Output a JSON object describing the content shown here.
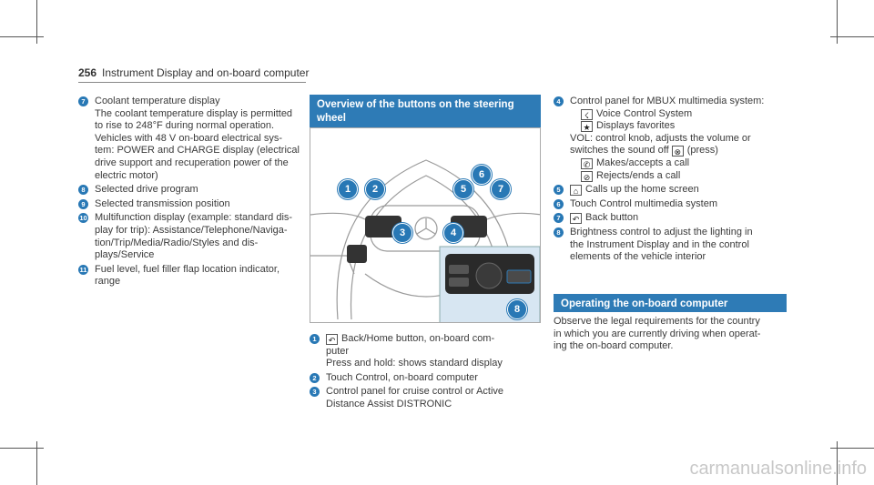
{
  "header": {
    "page_number": "256",
    "title": "Instrument Display and on-board computer"
  },
  "left_items": [
    {
      "num": "7",
      "lines": [
        "Coolant temperature display",
        "The coolant temperature display is permitted",
        "to rise to 248°F during normal operation.",
        "Vehicles with 48 V on-board electrical sys-",
        "tem: POWER and CHARGE display (electrical",
        "drive support and recuperation power of the",
        "electric motor)"
      ]
    },
    {
      "num": "8",
      "lines": [
        "Selected drive program"
      ]
    },
    {
      "num": "9",
      "lines": [
        "Selected transmission position"
      ]
    },
    {
      "num": "10",
      "lines": [
        "Multifunction display (example: standard dis-",
        "play for trip): Assistance/Telephone/Naviga-",
        "tion/Trip/Media/Radio/Styles and dis-",
        "plays/Service"
      ]
    },
    {
      "num": "11",
      "lines": [
        "Fuel level, fuel filler flap location indicator,",
        "range"
      ]
    }
  ],
  "steering_section": {
    "heading": "Overview of the buttons on the steering wheel",
    "callouts": [
      "1",
      "2",
      "3",
      "4",
      "5",
      "6",
      "7",
      "8"
    ],
    "items": [
      {
        "num": "1",
        "symbol": "back-home-icon",
        "lines": [
          "Back/Home button, on-board com-",
          "puter",
          "Press and hold: shows standard display"
        ]
      },
      {
        "num": "2",
        "lines": [
          "Touch Control, on-board computer"
        ]
      },
      {
        "num": "3",
        "lines": [
          "Control panel for cruise control or Active",
          "Distance Assist DISTRONIC"
        ]
      }
    ]
  },
  "right_items": [
    {
      "num": "4",
      "lines": [
        "Control panel for MBUX multimedia system:"
      ],
      "subs": [
        {
          "symbol": "voice-control-icon",
          "glyph": "☇",
          "text": "Voice Control System"
        },
        {
          "symbol": "star-icon",
          "glyph": "★",
          "text": "Displays favorites"
        }
      ],
      "after": [
        "VOL: control knob, adjusts the volume or",
        "switches the sound off"
      ],
      "mute_suffix": "(press)",
      "subs2": [
        {
          "symbol": "phone-accept-icon",
          "glyph": "✆",
          "text": "Makes/accepts a call"
        },
        {
          "symbol": "phone-reject-icon",
          "glyph": "⊘",
          "text": "Rejects/ends a call"
        }
      ]
    },
    {
      "num": "5",
      "symbol": "home-icon",
      "glyph": "⌂",
      "lines": [
        "Calls up the home screen"
      ]
    },
    {
      "num": "6",
      "lines": [
        "Touch Control multimedia system"
      ]
    },
    {
      "num": "7",
      "symbol": "back-arrow-icon",
      "glyph": "↶",
      "lines": [
        "Back button"
      ]
    },
    {
      "num": "8",
      "lines": [
        "Brightness control to adjust the lighting in",
        "the Instrument Display and in the control",
        "elements of the vehicle interior"
      ]
    }
  ],
  "onboard_section": {
    "heading": "Operating the on-board computer",
    "lines": [
      "Observe the legal requirements for the country",
      "in which you are currently driving when operat-",
      "ing the on-board computer."
    ]
  },
  "watermark": "carmanualsonline.info",
  "colors": {
    "accent": "#2e7bb6",
    "bullet": "#2878b5"
  }
}
